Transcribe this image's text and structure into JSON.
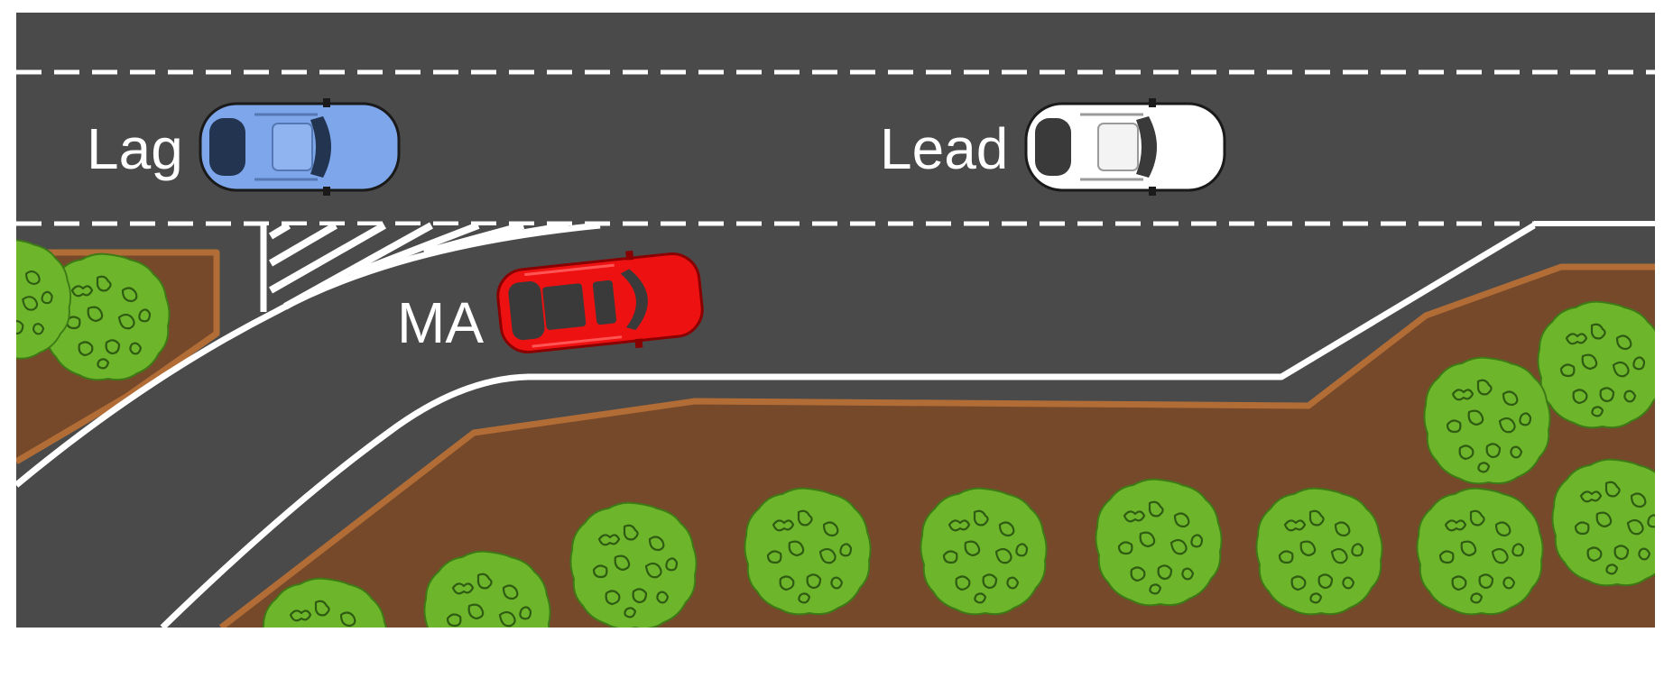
{
  "labels": {
    "lag": "Lag",
    "lead": "Lead",
    "merging": "MA"
  },
  "vehicles": [
    {
      "role": "lag",
      "color": "#7ea6ea"
    },
    {
      "role": "lead",
      "color": "#ffffff"
    },
    {
      "role": "merging",
      "color": "#ee1111"
    }
  ],
  "colors": {
    "asphalt": "#4a4a4a",
    "lane_marking": "#ffffff",
    "soil": "#76492a",
    "soil_border": "#b26d36",
    "bush": "#6db52a",
    "bush_outline": "#2f5b12"
  }
}
